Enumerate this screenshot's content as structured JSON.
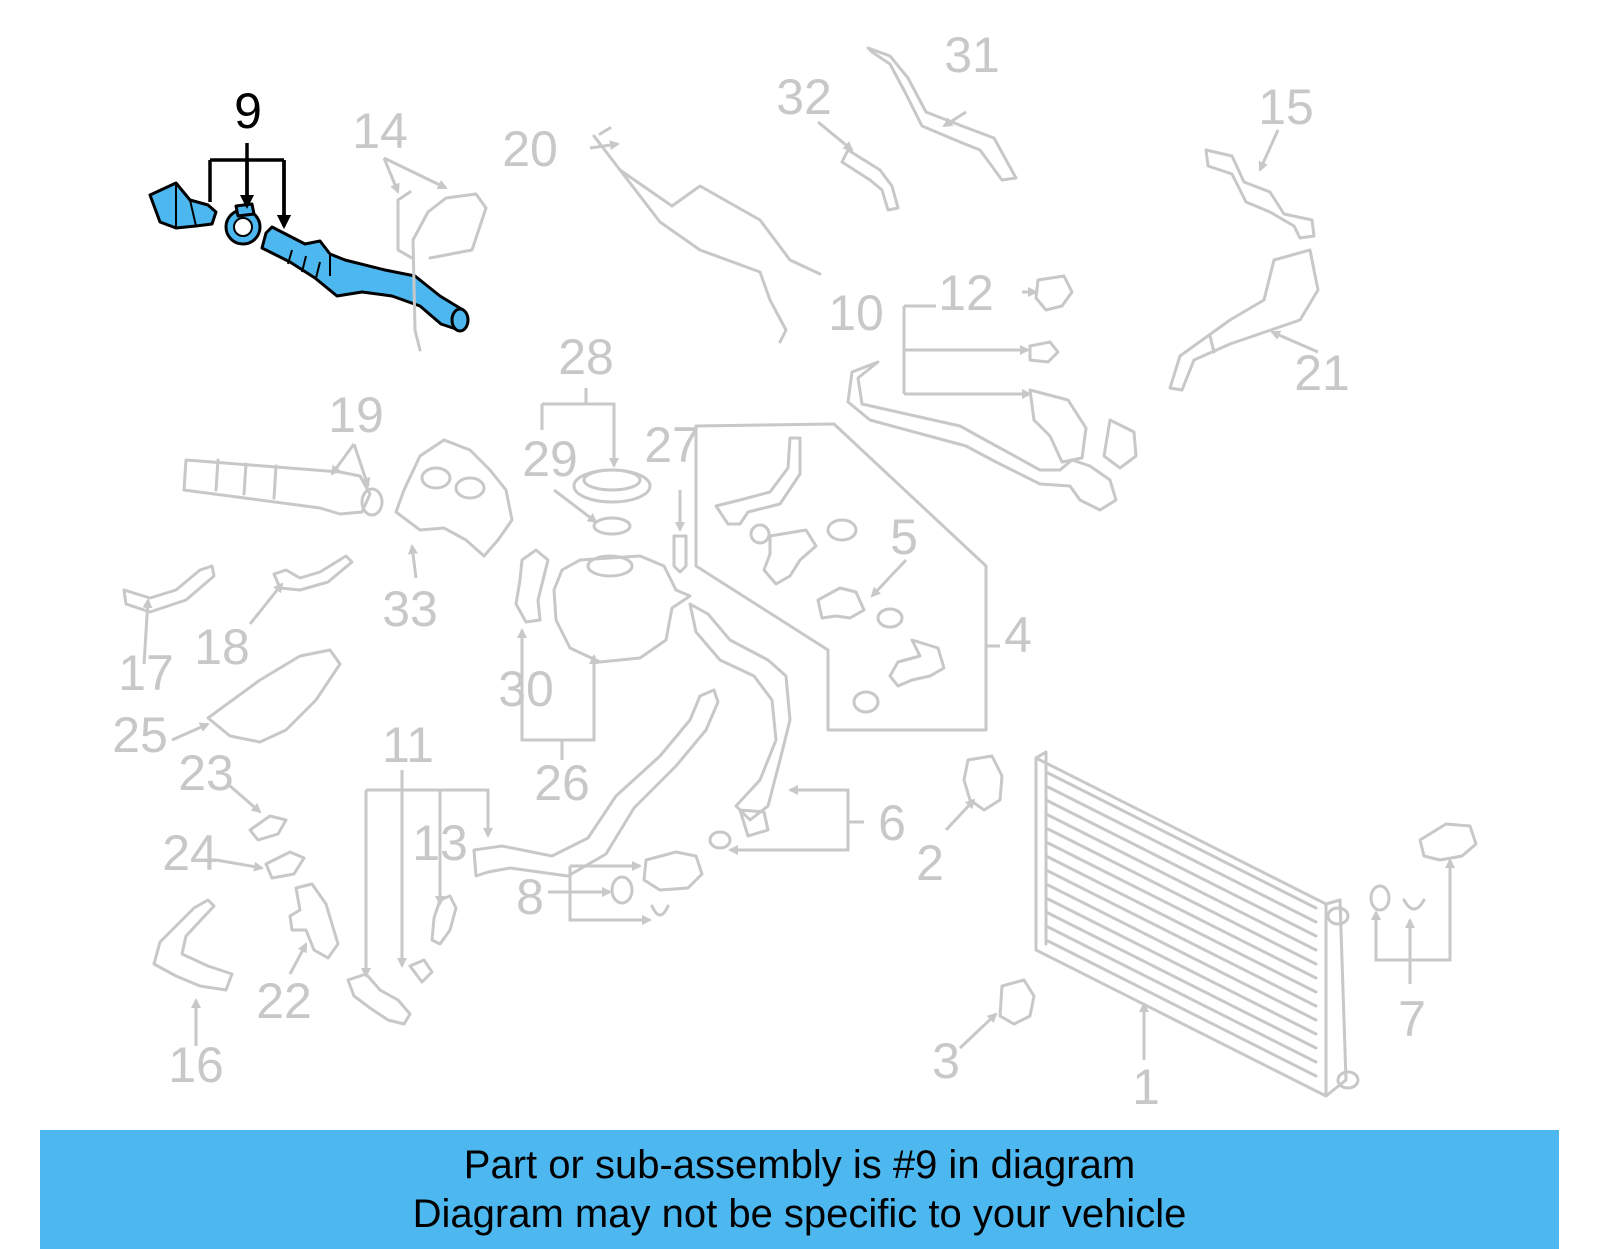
{
  "diagram": {
    "highlighted_callout": "9",
    "highlight_color": "#4db8f0",
    "callouts": [
      "1",
      "2",
      "3",
      "4",
      "5",
      "6",
      "7",
      "8",
      "9",
      "10",
      "11",
      "12",
      "13",
      "14",
      "15",
      "16",
      "17",
      "18",
      "19",
      "20",
      "21",
      "22",
      "23",
      "24",
      "25",
      "26",
      "27",
      "28",
      "29",
      "30",
      "31",
      "32",
      "33"
    ]
  },
  "banner": {
    "line1": "Part or sub-assembly is #9 in diagram",
    "line2": "Diagram may not be specific to your vehicle",
    "color": "#4db8f0"
  }
}
